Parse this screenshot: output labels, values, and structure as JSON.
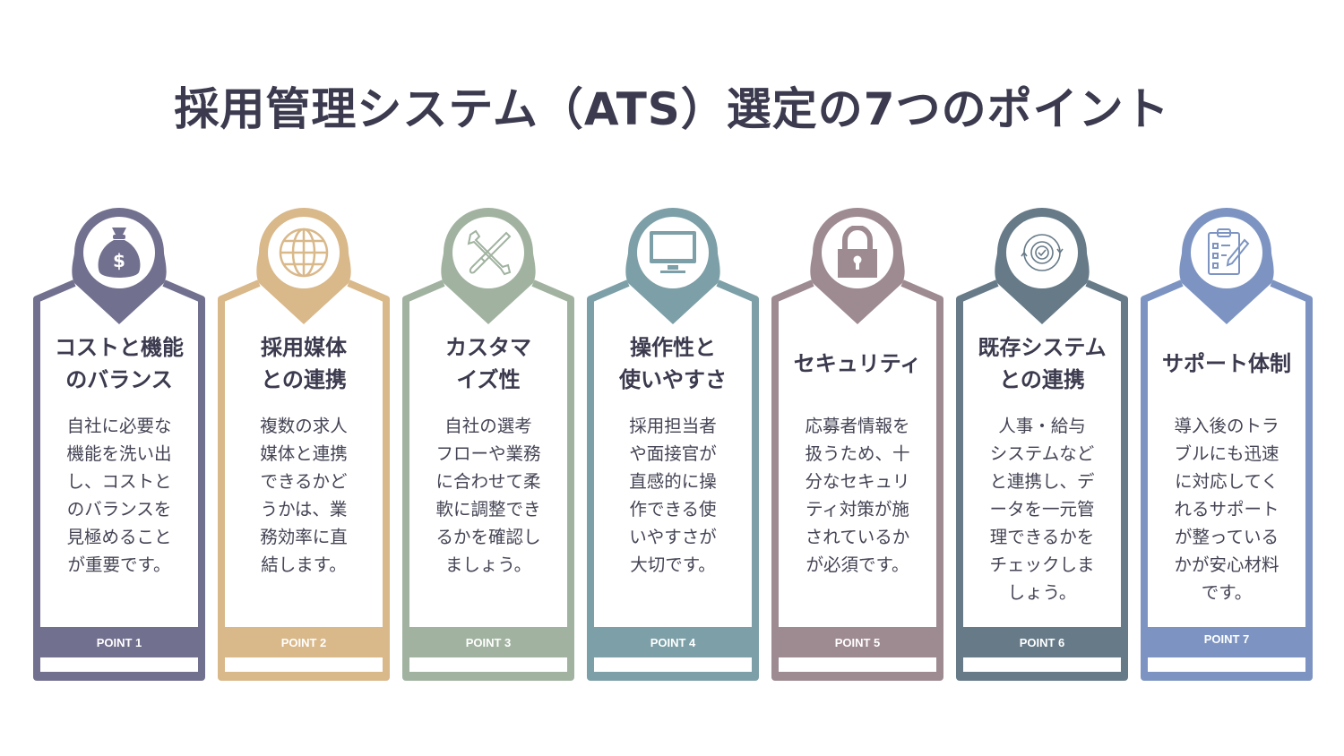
{
  "title": "採用管理システム（ATS）選定の7つのポイント",
  "cards": [
    {
      "color": "#72708f",
      "icon": "money-bag-icon",
      "title_lines": [
        "コストと機能",
        "のバランス"
      ],
      "body": [
        "自社に必要な",
        "機能を洗い出",
        "し、コストと",
        "のバランスを",
        "見極めること",
        "が重要です。"
      ],
      "point": "POINT 1"
    },
    {
      "color": "#d9b88a",
      "icon": "globe-icon",
      "title_lines": [
        "採用媒体",
        "との連携"
      ],
      "body": [
        "複数の求人",
        "媒体と連携",
        "できるかど",
        "うかは、業",
        "務効率に直",
        "結します。"
      ],
      "point": "POINT 2"
    },
    {
      "color": "#a1b3a0",
      "icon": "tools-icon",
      "title_lines": [
        "カスタマ",
        "イズ性"
      ],
      "body": [
        "自社の選考",
        "フローや業務",
        "に合わせて柔",
        "軟に調整でき",
        "るかを確認し",
        "ましょう。"
      ],
      "point": "POINT 3"
    },
    {
      "color": "#7d9fa7",
      "icon": "monitor-icon",
      "title_lines": [
        "操作性と",
        "使いやすさ"
      ],
      "body": [
        "採用担当者",
        "や面接官が",
        "直感的に操",
        "作できる使",
        "いやすさが",
        "大切です。"
      ],
      "point": "POINT 4"
    },
    {
      "color": "#9e8b91",
      "icon": "lock-icon",
      "title_lines": [
        "セキュリティ"
      ],
      "body": [
        "応募者情報を",
        "扱うため、十",
        "分なセキュリ",
        "ティ対策が施",
        "されているか",
        "が必須です。"
      ],
      "point": "POINT 5"
    },
    {
      "color": "#667a88",
      "icon": "gear-check-icon",
      "title_lines": [
        "既存システム",
        "との連携"
      ],
      "body": [
        "人事・給与",
        "システムなど",
        "と連携し、デ",
        "ータを一元管",
        "理できるかを",
        "チェックしま",
        "しょう。"
      ],
      "point": "POINT 6"
    },
    {
      "color": "#7d94c2",
      "icon": "clipboard-pen-icon",
      "title_lines": [
        "サポート体制"
      ],
      "body": [
        "導入後のトラ",
        "ブルにも迅速",
        "に対応してく",
        "れるサポート",
        "が整っている",
        "かが安心材料",
        "です。"
      ],
      "point": "POINT 7"
    }
  ]
}
